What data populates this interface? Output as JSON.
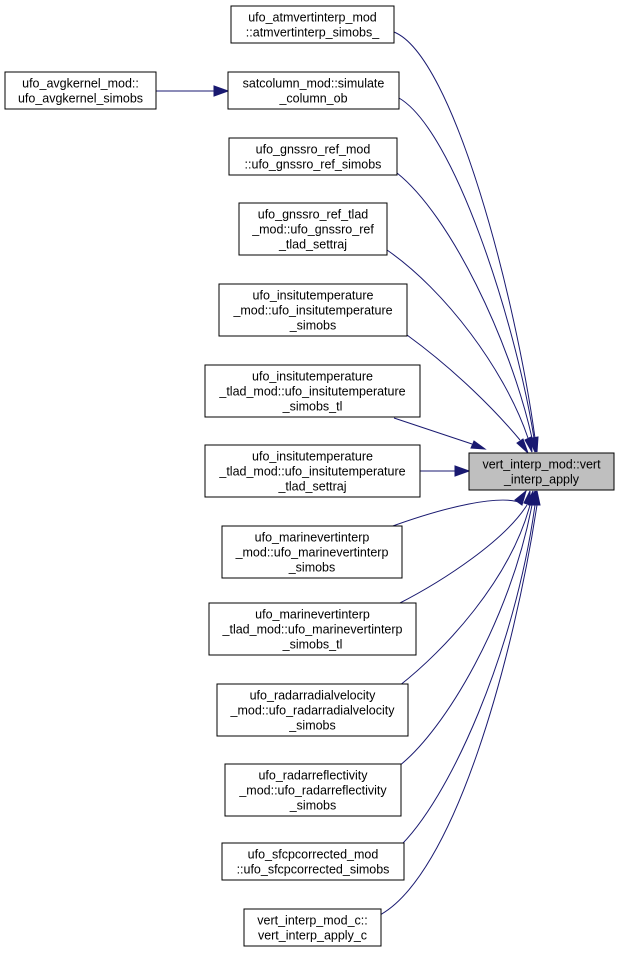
{
  "nodes": {
    "target": [
      "vert_interp_mod::vert",
      "_interp_apply"
    ],
    "atmvertinterp": [
      "ufo_atmvertinterp_mod",
      "::atmvertinterp_simobs_"
    ],
    "avgkernel": [
      "ufo_avgkernel_mod::",
      "ufo_avgkernel_simobs"
    ],
    "satcolumn": [
      "satcolumn_mod::simulate",
      "_column_ob"
    ],
    "gnssro_ref": [
      "ufo_gnssro_ref_mod",
      "::ufo_gnssro_ref_simobs"
    ],
    "gnssro_ref_tlad": [
      "ufo_gnssro_ref_tlad",
      "_mod::ufo_gnssro_ref",
      "_tlad_settraj"
    ],
    "insitutemp": [
      "ufo_insitutemperature",
      "_mod::ufo_insitutemperature",
      "_simobs"
    ],
    "insitutemp_tlad_tl": [
      "ufo_insitutemperature",
      "_tlad_mod::ufo_insitutemperature",
      "_simobs_tl"
    ],
    "insitutemp_tlad_settraj": [
      "ufo_insitutemperature",
      "_tlad_mod::ufo_insitutemperature",
      "_tlad_settraj"
    ],
    "marinevertinterp": [
      "ufo_marinevertinterp",
      "_mod::ufo_marinevertinterp",
      "_simobs"
    ],
    "marinevertinterp_tlad": [
      "ufo_marinevertinterp",
      "_tlad_mod::ufo_marinevertinterp",
      "_simobs_tl"
    ],
    "radarradialvelocity": [
      "ufo_radarradialvelocity",
      "_mod::ufo_radarradialvelocity",
      "_simobs"
    ],
    "radarreflectivity": [
      "ufo_radarreflectivity",
      "_mod::ufo_radarreflectivity",
      "_simobs"
    ],
    "sfcpcorrected": [
      "ufo_sfcpcorrected_mod",
      "::ufo_sfcpcorrected_simobs"
    ],
    "vert_interp_c": [
      "vert_interp_mod_c::",
      "vert_interp_apply_c"
    ]
  },
  "edges": [
    {
      "from": "atmvertinterp",
      "to": "target"
    },
    {
      "from": "satcolumn",
      "to": "target"
    },
    {
      "from": "avgkernel",
      "to": "satcolumn"
    },
    {
      "from": "gnssro_ref",
      "to": "target"
    },
    {
      "from": "gnssro_ref_tlad",
      "to": "target"
    },
    {
      "from": "insitutemp",
      "to": "target"
    },
    {
      "from": "insitutemp_tlad_tl",
      "to": "target"
    },
    {
      "from": "insitutemp_tlad_settraj",
      "to": "target"
    },
    {
      "from": "marinevertinterp",
      "to": "target"
    },
    {
      "from": "marinevertinterp_tlad",
      "to": "target"
    },
    {
      "from": "radarradialvelocity",
      "to": "target"
    },
    {
      "from": "radarreflectivity",
      "to": "target"
    },
    {
      "from": "sfcpcorrected",
      "to": "target"
    },
    {
      "from": "vert_interp_c",
      "to": "target"
    }
  ],
  "colors": {
    "edge": "#191970",
    "target_fill": "#bfbfbf",
    "node_fill": "#ffffff",
    "border": "#000000"
  }
}
